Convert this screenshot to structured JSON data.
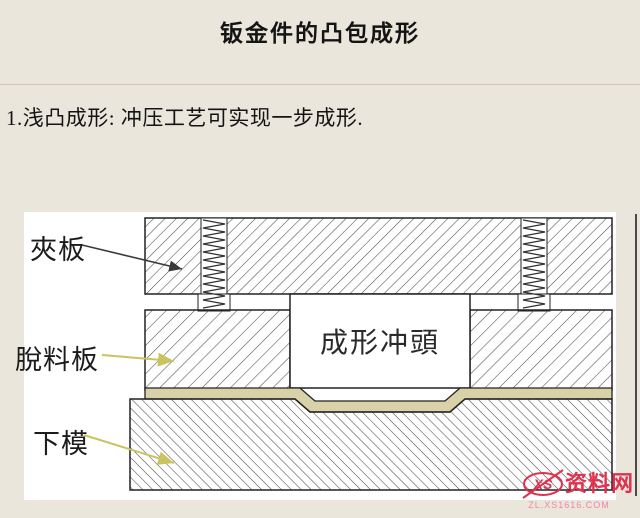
{
  "page": {
    "title": "钣金件的凸包成形",
    "body_line": "1.浅凸成形: 冲压工艺可实现一步成形."
  },
  "diagram": {
    "labels": {
      "clamp_plate": "夾板",
      "stripper_plate": "脫料板",
      "lower_die": "下模",
      "forming_punch": "成形冲頭"
    },
    "colors": {
      "canvas": "#ffffff",
      "sheet": "#d9d2a8",
      "hatch_line": "#4c4c4c",
      "outline": "#222222",
      "arrow_dark": "#3a3a3a",
      "arrow_yellow": "#c9c45f"
    }
  },
  "watermark": {
    "logo_text": "XS",
    "site_name": "资料网",
    "site_url": "ZL.XS1616.COM",
    "color_red": "#e0314e",
    "color_pink": "#ef85a8"
  }
}
